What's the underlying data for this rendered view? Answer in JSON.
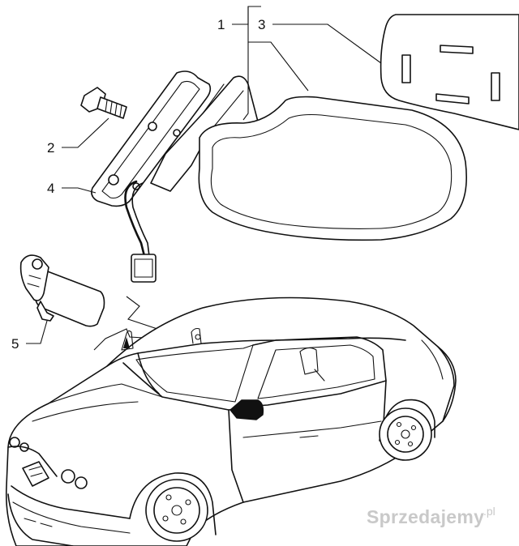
{
  "callouts": {
    "c1": "1",
    "c2": "2",
    "c3": "3",
    "c4": "4",
    "c5": "5"
  },
  "watermark": {
    "brand": "Sprzedajemy",
    "tld": ".pl"
  },
  "colors": {
    "line": "#111111",
    "background": "#ffffff",
    "watermark": "#c9c9c9"
  }
}
